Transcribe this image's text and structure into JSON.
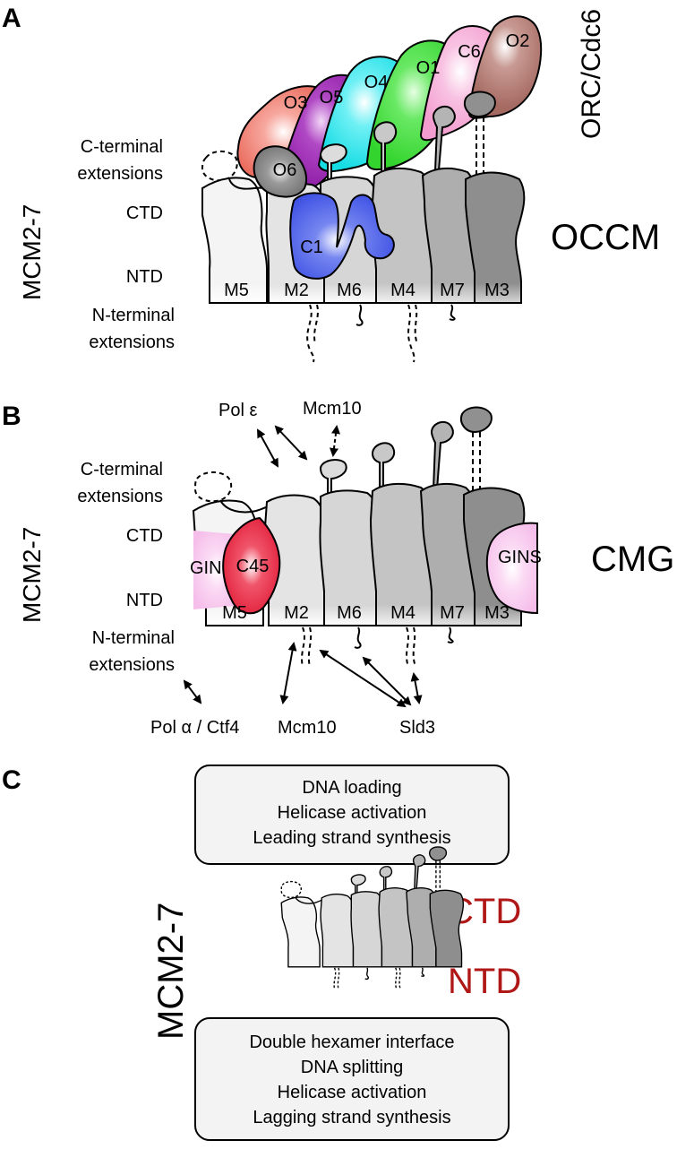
{
  "panel_a": {
    "letter": "A",
    "side_label": "MCM2-7",
    "orc_label": "ORC/Cdc6",
    "complex_label": "OCCM",
    "row_labels": {
      "cterm": [
        "C-terminal",
        "extensions"
      ],
      "ctd": "CTD",
      "ntd": "NTD",
      "nterm": [
        "N-terminal",
        "extensions"
      ]
    },
    "subunits": [
      "M5",
      "M2",
      "M6",
      "M4",
      "M7",
      "M3"
    ],
    "orc_subunits": [
      "O3",
      "O5",
      "O4",
      "O1",
      "C6",
      "O2",
      "O6",
      "C1"
    ]
  },
  "panel_b": {
    "letter": "B",
    "side_label": "MCM2-7",
    "complex_label": "CMG",
    "row_labels": {
      "cterm": [
        "C-terminal",
        "extensions"
      ],
      "ctd": "CTD",
      "ntd": "NTD",
      "nterm": [
        "N-terminal",
        "extensions"
      ]
    },
    "subunits": [
      "M5",
      "M2",
      "M6",
      "M4",
      "M7",
      "M3"
    ],
    "factors": {
      "pol_e": "Pol ε",
      "mcm10_top": "Mcm10",
      "gins_left": "GINS",
      "gins_right": "GINS",
      "c45": "C45",
      "pol_a": "Pol α / Ctf4",
      "mcm10_bottom": "Mcm10",
      "sld3": "Sld3"
    }
  },
  "panel_c": {
    "letter": "C",
    "side_label": "MCM2-7",
    "ctd_label": "CTD",
    "ntd_label": "NTD",
    "top_box": [
      "DNA loading",
      "Helicase activation",
      "Leading strand synthesis"
    ],
    "bottom_box": [
      "Double hexamer interface",
      "DNA splitting",
      "Helicase activation",
      "Lagging strand synthesis"
    ]
  },
  "colors": {
    "accent_red": "#b01818",
    "O3": "#f27a6e",
    "O5": "#9b23b3",
    "O4": "#27e3ea",
    "O1": "#3bdc36",
    "C6": "#f6a9d6",
    "O2": "#b07a72",
    "C1": "#4a5fe8",
    "C45": "#e8203a",
    "GINS": "#f8c8ef"
  }
}
